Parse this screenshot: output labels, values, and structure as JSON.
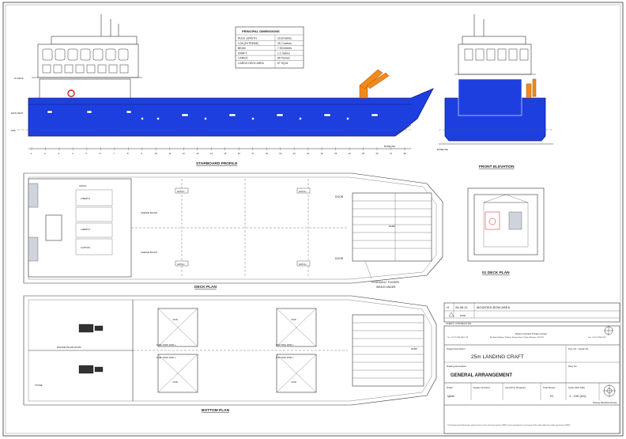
{
  "principal_dimensions": {
    "title": "PRINCIPAL DIMENSIONS",
    "rows": [
      {
        "label": "RULE LENGTH",
        "value": "23.8 metres"
      },
      {
        "label": "LOA (EXTREME)",
        "value": "25.7 metres"
      },
      {
        "label": "BEAM",
        "value": "7.00 metres"
      },
      {
        "label": "DRAFT",
        "value": "1.1 metres"
      },
      {
        "label": "CARGO",
        "value": "80 Tonnes"
      },
      {
        "label": "CARGO DECK AREA",
        "value": "97 SQ.M"
      }
    ]
  },
  "views": {
    "starboard_profile": "STARBOARD PROFILE",
    "front_elevation": "FRONT ELEVATION",
    "deck_plan": "DECK PLAN",
    "deck_01_plan": "01 DECK PLAN",
    "bottom_plan": "BOTTOM PLAN"
  },
  "labels": {
    "deck_01": "01 DECK",
    "main_deck": "MAIN DECK",
    "dwl": "DWL",
    "baseline": "BASELINE",
    "bhd": "BHD",
    "hatch": "HATCH",
    "door": "DOOR",
    "sheave_block": "SHEAVE BLOCK",
    "berth_2": "2 BERTH",
    "captain": "CAPTAIN",
    "hydraulic_tugger_1": "HYDRAULIC TUGGER",
    "hydraulic_tugger_2": "WINCH UNDER",
    "ramp": "RAMP",
    "engine_tiller_room": "ENGINE/TILLER ROOM",
    "store": "STORE",
    "fuel_tank_1": "FUEL TANK 2000 L",
    "fuel_tank_2": "FUEL TANK 2000 L",
    "fw_tank_1": "F/W TANK 2000 L",
    "fw_tank_2": "F/W TANK 2000 L",
    "void_1": "VOID",
    "void_2": "VOID",
    "void_3": "VOID",
    "void_4": "VOID"
  },
  "frame_numbers": [
    "1",
    "2",
    "3",
    "4",
    "5",
    "6",
    "7",
    "8",
    "9",
    "10",
    "11",
    "12",
    "13",
    "14",
    "15",
    "16",
    "17",
    "18",
    "19",
    "20",
    "21",
    "22",
    "23",
    "24",
    "25",
    "26",
    "27",
    "28"
  ],
  "revision": {
    "rev": "H",
    "date": "26-06-11",
    "description": "MODIFIED BOW AREA",
    "col_rev": "REV",
    "col_date": "DATE",
    "triangle_mark": "A"
  },
  "title_block": {
    "client_label": "CLIENT / CONTRACTOR",
    "company_name": "Marine Frontiers Private Limited",
    "company_address": "A5, Ambi Building, 10 Arthur Bunder Road, Colaba, Mumbai - 400 005.",
    "company_tel": "Tel: +91 22 2285 4667 / 68",
    "company_fax": "Fax: +91 22 2285 0736",
    "project_label": "Project Description",
    "project": "25m LANDING CRAFT",
    "proj_no_label": "Proj. No. / Quote No.",
    "drawing_label": "Drawing Description",
    "drawing": "GENERAL ARRANGEMENT",
    "dwg_no_label": "Dwg. No.",
    "drawn_label": "Drawn",
    "drawn_by": "Iqbal",
    "checked_label": "Design Checked",
    "approved_label": "Apvd.(Prd. Designer)",
    "sheets_label": "Total Sheets",
    "sheets": "01",
    "scale_label": "Scale (SHI: A3#)",
    "scale": "1 : 100 (A3)",
    "file_ref": "Drawing: ME-MFGA-R2.dwg",
    "disclaimer": "This drawing and all information shown therein are the exclusive property of MFPL and no reproduction in any format will be made without the written permission of MFPL."
  }
}
